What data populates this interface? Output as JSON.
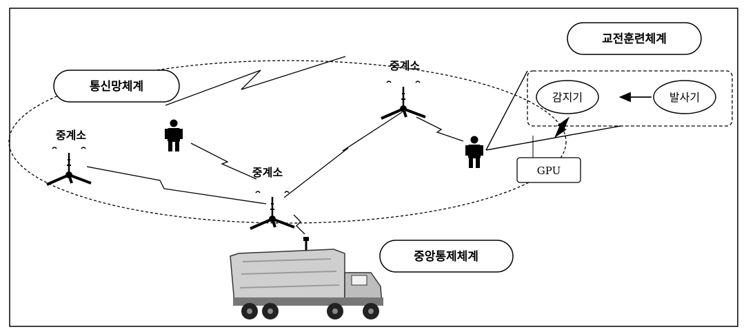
{
  "systems": {
    "communication": "통신망체계",
    "engagement_training": "교전훈련체계",
    "central_control": "중앙통제체계"
  },
  "relay_label": "중계소",
  "devices": {
    "detector": "감지기",
    "launcher": "발사기",
    "gpu": "GPU"
  },
  "icons": {
    "relay": "relay-antenna-icon",
    "soldier": "soldier-icon",
    "truck": "command-truck-icon"
  }
}
